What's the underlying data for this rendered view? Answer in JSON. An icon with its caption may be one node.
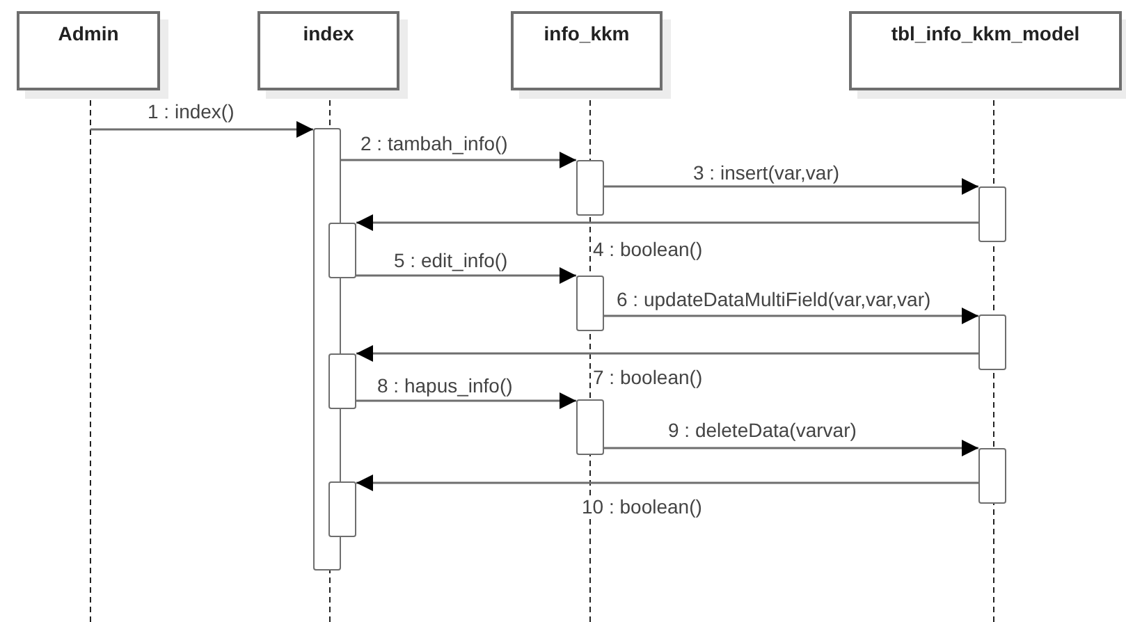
{
  "diagram": {
    "nodes": [
      {
        "text": [
          "Admin"
        ]
      },
      {
        "text": [
          "index"
        ]
      },
      {
        "text": [
          "info_kkm"
        ]
      },
      {
        "text": [
          "tbl_info_kkm_model"
        ]
      },
      {
        "text": [],
        "shape": "bar"
      },
      {
        "text": [],
        "shape": "bar"
      },
      {
        "text": [],
        "shape": "bar"
      },
      {
        "text": [],
        "shape": "bar"
      },
      {
        "text": [],
        "shape": "bar"
      },
      {
        "text": [],
        "shape": "bar"
      },
      {
        "text": [],
        "shape": "bar"
      },
      {
        "text": [],
        "shape": "bar"
      },
      {
        "text": [],
        "shape": "bar"
      },
      {
        "text": [],
        "shape": "bar"
      }
    ],
    "edges": [
      {
        "from": null,
        "to": 4,
        "arrow": "to",
        "label": "1 : index()"
      },
      {
        "from": 4,
        "to": 5,
        "arrow": "to",
        "label": "2 : tambah_info()"
      },
      {
        "from": 5,
        "to": 6,
        "arrow": "to",
        "label": "3 : insert(var,var)"
      },
      {
        "from": 6,
        "to": 7,
        "arrow": "to",
        "label": "4 : boolean()"
      },
      {
        "from": 7,
        "to": 8,
        "arrow": "to",
        "label": "5 : edit_info()"
      },
      {
        "from": 8,
        "to": 9,
        "arrow": "to",
        "label": "6 : updateDataMultiField(var,var,var)"
      },
      {
        "from": 9,
        "to": 10,
        "arrow": "to",
        "label": "7 : boolean()"
      },
      {
        "from": 10,
        "to": 11,
        "arrow": "to",
        "label": "8 : hapus_info()"
      },
      {
        "from": 11,
        "to": 12,
        "arrow": "to",
        "label": "9 : deleteData(varvar)"
      },
      {
        "from": 12,
        "to": 13,
        "arrow": "to",
        "label": "10 : boolean()"
      }
    ]
  }
}
